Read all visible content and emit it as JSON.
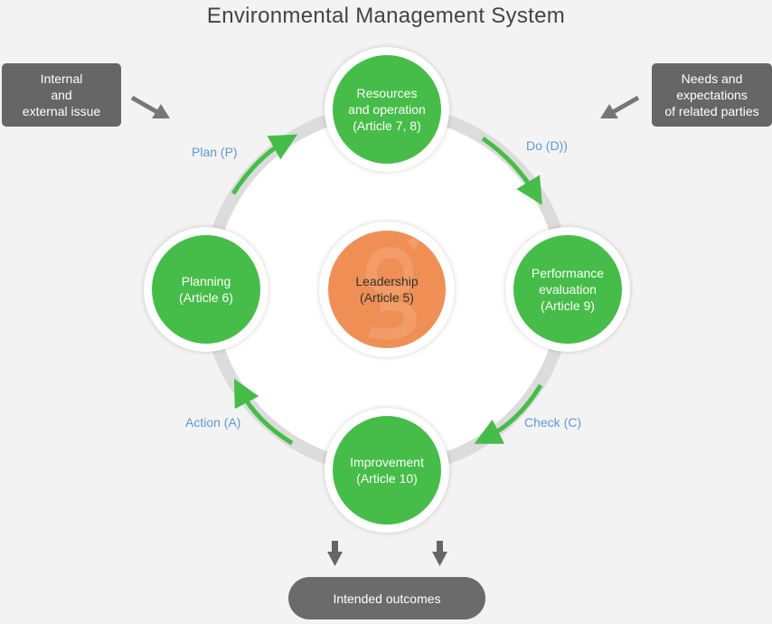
{
  "title": "Environmental Management System",
  "inputs": {
    "left": [
      "Internal",
      "and",
      "external issue"
    ],
    "right": [
      "Needs and",
      "expectations",
      "of related parties"
    ]
  },
  "nodes": {
    "top": [
      "Resources",
      "and operation",
      "(Article 7, 8)"
    ],
    "right": [
      "Performance",
      "evaluation",
      "(Article 9)"
    ],
    "bottom": [
      "Improvement",
      "(Article 10)"
    ],
    "left": [
      "Planning",
      "(Article 6)"
    ],
    "center": [
      "Leadership",
      "(Article 5)"
    ]
  },
  "phases": {
    "plan": "Plan (P)",
    "do": "Do (D))",
    "check": "Check (C)",
    "action": "Action (A)"
  },
  "output": "Intended outcomes",
  "colors": {
    "green": "#45bd48",
    "orange": "#ef8f56",
    "phase_text": "#5b9bd8",
    "gray_box": "#666666"
  }
}
